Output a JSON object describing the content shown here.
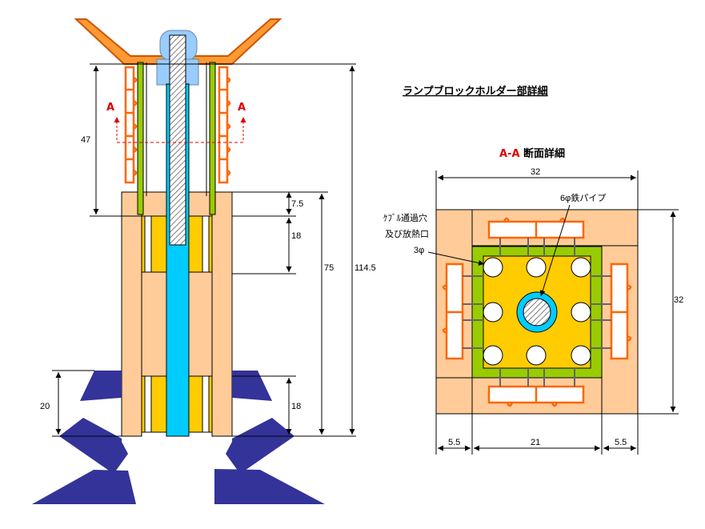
{
  "title_main": "ランプブロックホルダー部詳細",
  "section_marker": "A",
  "section_title_prefix": "A-A",
  "section_title_suffix": "断面詳細",
  "dims_left": {
    "d47": "47",
    "d75": "7.5",
    "d18a": "18",
    "d75b": "75",
    "d1145": "114.5",
    "d20": "20",
    "d18b": "18"
  },
  "dims_right": {
    "top32": "32",
    "side32": "32",
    "b55a": "5.5",
    "b21": "21",
    "b55b": "5.5"
  },
  "labels": {
    "pipe": "6φ鉄パイプ",
    "cable_line1": "ｹﾌﾞﾙ通過穴",
    "cable_line2": "及び放熱口",
    "hole": "3φ"
  },
  "colors": {
    "orange": "#ff6600",
    "wood": "#ffcc99",
    "green": "#99cc00",
    "yellow": "#ffcc00",
    "cyan": "#00ccff",
    "navy": "#333399",
    "lightblue": "#99ccff"
  }
}
